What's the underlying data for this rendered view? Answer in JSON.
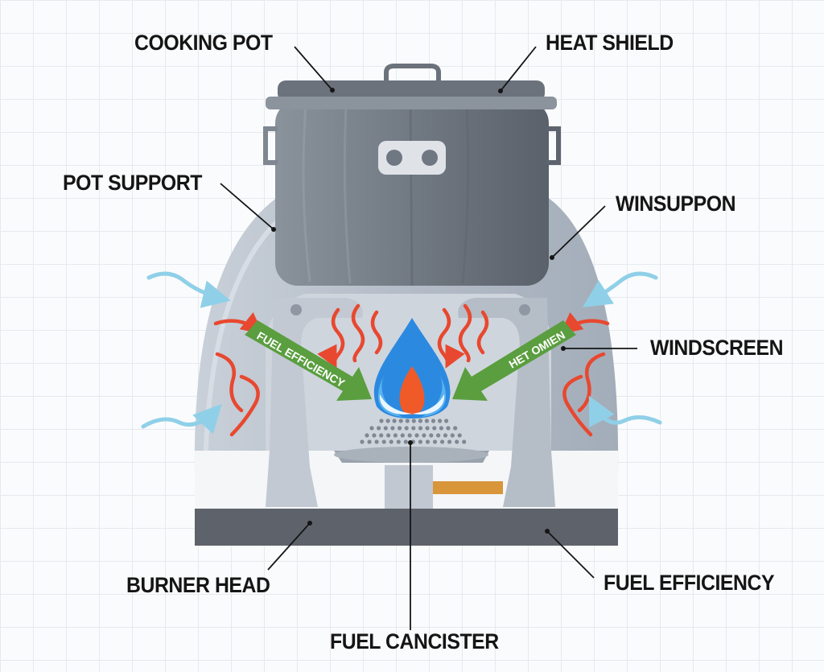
{
  "labels": {
    "cooking_pot": "COOKING POT",
    "heat_shield": "HEAT SHIELD",
    "pot_support": "POT SUPPORT",
    "winsuppon": "WINSUPPON",
    "windscreen": "WINDSCREEN",
    "burner_head": "BURNER HEAD",
    "fuel_efficiency": "FUEL EFFICIENCY",
    "fuel_cancister": "FUEL CANCISTER"
  },
  "arrows": {
    "left_text": "FUEL EFFICIENCY",
    "right_text": "HET OMIEN"
  },
  "colors": {
    "pot": "#6f7782",
    "pot_dark": "#5d646f",
    "shield": "#b9c1cc",
    "base": "#5e636b",
    "flame_blue": "#2b8ae0",
    "flame_orange": "#ef5a28",
    "heat_wave": "#e8482f",
    "air_flow": "#8fd0e8",
    "green_arrow": "#5a9e3f",
    "valve": "#d8953a"
  }
}
